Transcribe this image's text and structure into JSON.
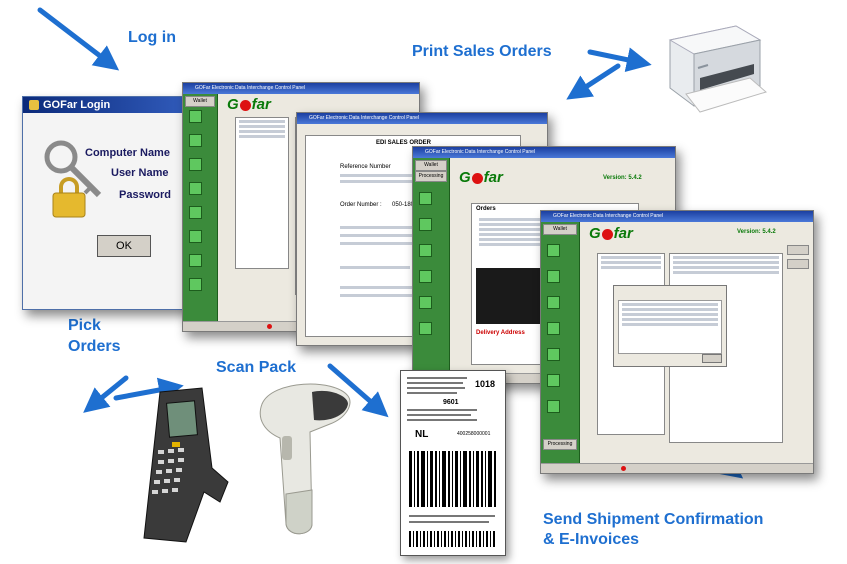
{
  "labels": {
    "login": "Log in",
    "print": "Print Sales Orders",
    "pick_line1": "Pick",
    "pick_line2": "Orders",
    "scan": "Scan Pack",
    "send_line1": "Send Shipment Confirmation",
    "send_line2": "& E-Invoices"
  },
  "login_window": {
    "title": "GOFar Login",
    "computer_name_label": "Computer Name",
    "user_name_label": "User Name",
    "password_label": "Password",
    "ok_button": "OK",
    "key_icon": "key-lock-icon"
  },
  "app_windows": {
    "title": "GOFar Electronic Data Interchange Control Panel",
    "logo_g": "G",
    "logo_rest": "far",
    "version": "Version: 5.4.2"
  },
  "sidebar_tabs": [
    "Wallet",
    "Processing"
  ],
  "orders_window": {
    "orders_heading": "Orders",
    "delivery_address_heading": "Delivery Address"
  },
  "sales_order_sheet": {
    "heading": "EDI SALES ORDER",
    "reference_number_label": "Reference Number",
    "order_number_label": "Order Number :",
    "order_number_value": "050-18097"
  },
  "shipping_label": {
    "number": "1018",
    "country": "NL",
    "code_line": "9601",
    "barcode_text": "400258000001"
  },
  "accent_color": "#1e6fd0"
}
